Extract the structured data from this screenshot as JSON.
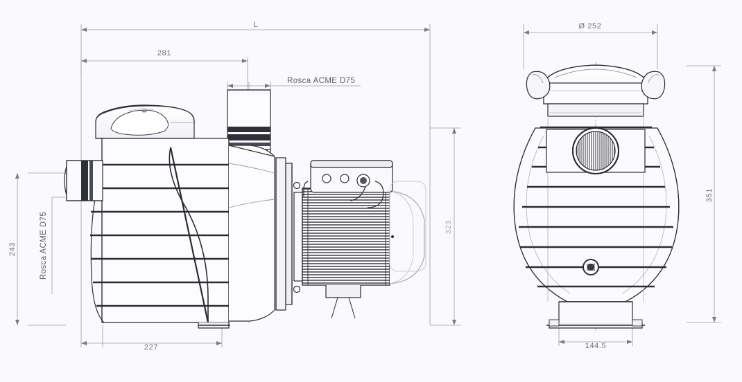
{
  "drawing": {
    "title": "Pool pump dimensional drawing",
    "background_color": "#faf9fc",
    "line_color": "#2b2b33",
    "dim_line_color": "#9a9aa6",
    "text_color": "#6e6e78"
  },
  "views": {
    "side": {
      "name": "side-elevation-view",
      "dimensions": {
        "overall_length_label": "L",
        "length_281": "281",
        "height_323": "323",
        "height_243": "243",
        "base_227": "227"
      },
      "notes": {
        "discharge_thread": "Rosca ACME D75",
        "suction_thread": "Rosca ACME D75"
      }
    },
    "front": {
      "name": "front-elevation-view",
      "dimensions": {
        "diameter_252": "Ø 252",
        "height_351": "351",
        "base_width_144_5": "144.5"
      }
    }
  },
  "labels": {
    "L": "L",
    "d281": "281",
    "d323": "323",
    "d243": "243",
    "d227": "227",
    "d252": "Ø 252",
    "d351": "351",
    "d1445": "144.5",
    "rosca_top": "Rosca ACME D75",
    "rosca_left": "Rosca ACME D75"
  }
}
